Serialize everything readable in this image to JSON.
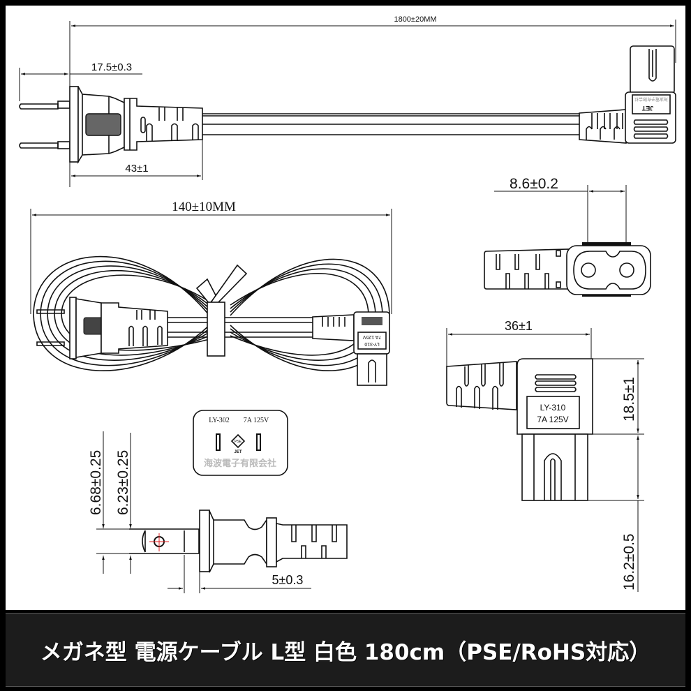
{
  "title": "メガネ型 電源ケーブル L型 白色 180cm（PSE/RoHS対応）",
  "colors": {
    "frame": "#000000",
    "banner_bg": "#1c1c1c",
    "line": "#111111",
    "center_mark": "#e02020"
  },
  "top_view": {
    "overall_length": "1800±20MM",
    "pin_length": "17.5±0.3",
    "plug_length": "43±1",
    "connector_label_top": "JET",
    "connector_label_bottom": "海波電子有限会社"
  },
  "coiled_view": {
    "bundle_width": "140±10MM",
    "connector_label_line1": "LY-310",
    "connector_label_line2": "7A 125V"
  },
  "plug_face": {
    "model": "LY-302",
    "rating": "7A 125V",
    "mark": "PSE",
    "mark_sub": "JET",
    "maker": "海波電子有限会社"
  },
  "pin_detail": {
    "dim_outer": "6.68±0.25",
    "dim_inner": "6.23±0.25",
    "dim_offset": "5±0.3"
  },
  "connector_front": {
    "pin_pitch": "8.6±0.2"
  },
  "connector_side": {
    "width": "36±1",
    "height_upper": "18.5±1",
    "height_lower": "16.2±0.5",
    "label_line1": "LY-310",
    "label_line2": "7A 125V"
  }
}
